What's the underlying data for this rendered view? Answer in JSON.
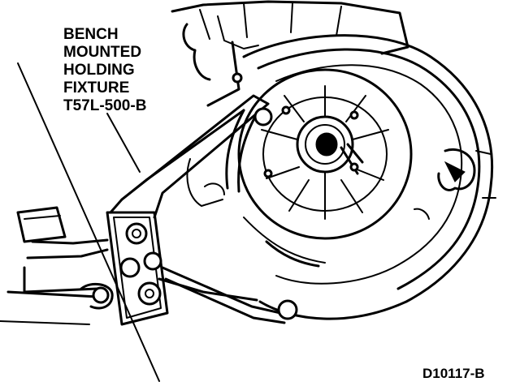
{
  "callout": {
    "lines": [
      "BENCH",
      "MOUNTED",
      "HOLDING",
      "FIXTURE",
      "T57L-500-B"
    ]
  },
  "figure_id": "D10117-B"
}
